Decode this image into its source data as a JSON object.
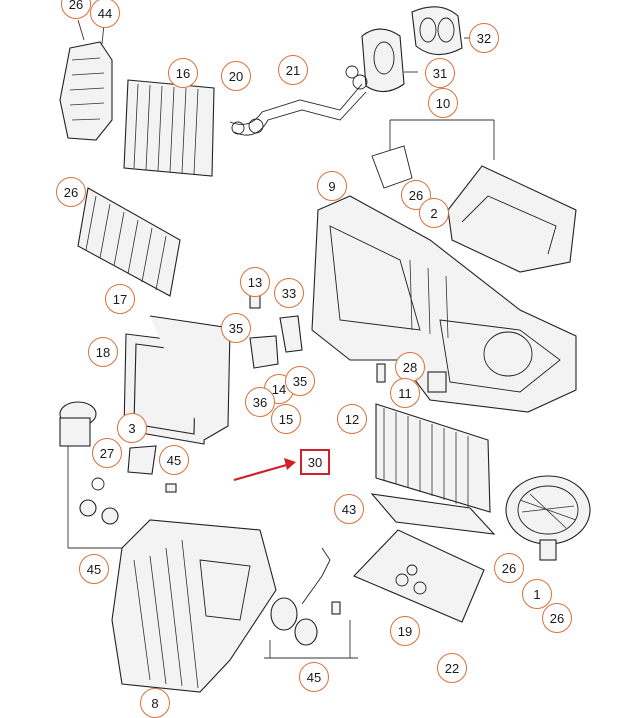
{
  "callouts": {
    "c26a": "26",
    "c44": "44",
    "c32": "32",
    "c31": "31",
    "c16": "16",
    "c20": "20",
    "c21": "21",
    "c10": "10",
    "c26b": "26",
    "c9": "9",
    "c26c": "26",
    "c2": "2",
    "c17": "17",
    "c13": "13",
    "c33": "33",
    "c35a": "35",
    "c18": "18",
    "c28": "28",
    "c14": "14",
    "c35b": "35",
    "c36": "36",
    "c15": "15",
    "c11": "11",
    "c12": "12",
    "c3": "3",
    "c30": "30",
    "c27": "27",
    "c45a": "45",
    "c43": "43",
    "c45b": "45",
    "c26d": "26",
    "c1": "1",
    "c26e": "26",
    "c19": "19",
    "c8": "8",
    "c45c": "45",
    "c22": "22"
  },
  "highlighted_part": "30",
  "accent_color": "#d9703a",
  "highlight_color": "#d0202a"
}
